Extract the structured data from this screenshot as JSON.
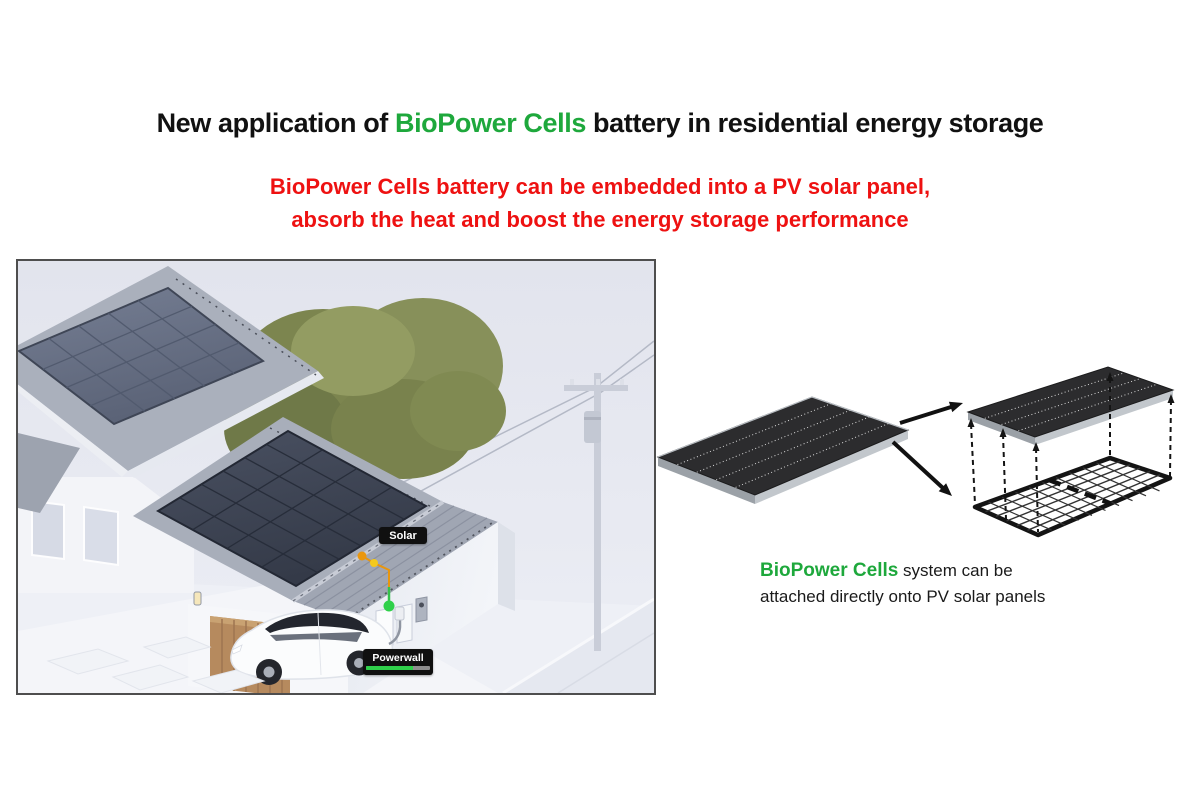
{
  "title": {
    "prefix": "New application of ",
    "highlight": "BioPower Cells",
    "suffix": " battery in residential energy storage",
    "highlight_color": "#1ea83c",
    "text_color": "#111111"
  },
  "subtitle": {
    "line1": "BioPower Cells battery can be embedded into a PV solar panel,",
    "line2": "absorb the heat and boost the energy storage performance",
    "color": "#ee1111"
  },
  "house_scene": {
    "solar_label": "Solar",
    "powerwall_label": "Powerwall",
    "battery_level_percent": 73,
    "battery_fill_color": "#2fd04a",
    "battery_track_color": "#8e8e8e",
    "solar_wire_color": "#e8960f",
    "battery_wire_color": "#35c24a",
    "background_color": "#e3e5ee"
  },
  "diagram": {
    "caption": {
      "highlight": "BioPower Cells",
      "line1_rest": " system can be",
      "line2": "attached directly onto PV solar panels",
      "highlight_color": "#1ea83c",
      "text_color": "#1a1a1a"
    }
  }
}
